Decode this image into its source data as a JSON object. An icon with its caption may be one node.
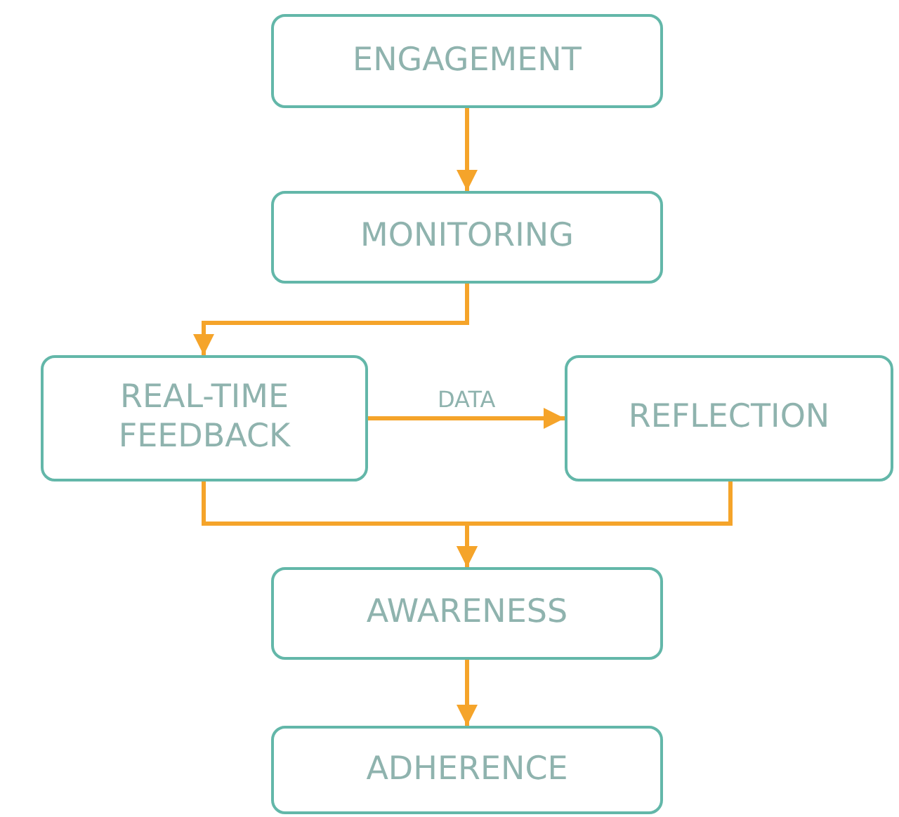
{
  "diagram": {
    "nodes": [
      {
        "text": [
          "ENGAGEMENT"
        ]
      },
      {
        "text": [
          "MONITORING"
        ]
      },
      {
        "text": [
          "REAL-TIME FEEDBACK"
        ]
      },
      {
        "text": [
          "REFLECTION"
        ]
      },
      {
        "text": [
          "AWARENESS"
        ]
      },
      {
        "text": [
          "ADHERENCE"
        ]
      }
    ],
    "edges": [
      {
        "from": 0,
        "to": 1,
        "arrow": "to"
      },
      {
        "from": 1,
        "to": 2,
        "arrow": "to"
      },
      {
        "from": 2,
        "to": 3,
        "arrow": "to",
        "label": "DATA"
      },
      {
        "from": 2,
        "to": 4,
        "arrow": "to"
      },
      {
        "from": 3,
        "to": 4,
        "arrow": "to"
      },
      {
        "from": 4,
        "to": 5,
        "arrow": "to"
      }
    ]
  }
}
